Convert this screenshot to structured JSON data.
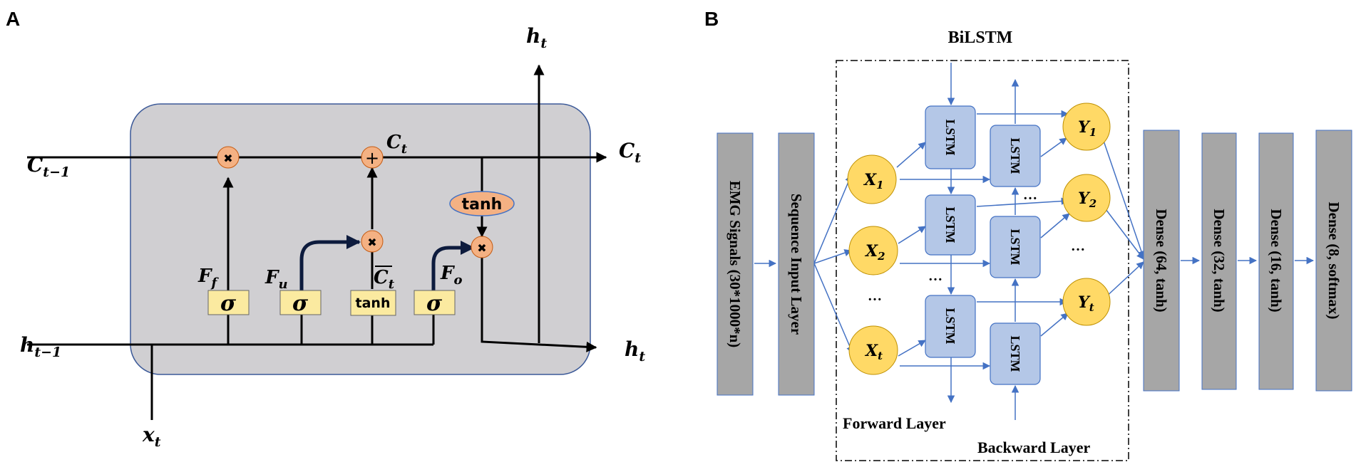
{
  "panel_a": {
    "letter": "A",
    "cell_in": "C",
    "cell_in_sub": "t−1",
    "cell_out": "C",
    "cell_out_sub": "t",
    "cell_mid": "C",
    "cell_mid_sub": "t",
    "hidden_in": "h",
    "hidden_in_sub": "t−1",
    "hidden_out": "h",
    "hidden_out_sub": "t",
    "hidden_top": "h",
    "hidden_top_sub": "t",
    "input": "x",
    "input_sub": "t",
    "forget_gate": "F",
    "forget_gate_sub": "f",
    "update_gate": "F",
    "update_gate_sub": "u",
    "output_gate": "F",
    "output_gate_sub": "o",
    "candidate": "C",
    "candidate_sub": "t",
    "sigma": "σ",
    "tanh": "tanh",
    "mult": "✖",
    "plus": "+"
  },
  "panel_b": {
    "letter": "B",
    "bilstm_title": "BiLSTM",
    "emg_box": "EMG Signals (30*1000*n)",
    "sequence_box": "Sequence Input Layer",
    "lstm": "LSTM",
    "inputs": [
      {
        "base": "X",
        "sub": "1"
      },
      {
        "base": "X",
        "sub": "2"
      },
      {
        "base": "X",
        "sub": "t"
      }
    ],
    "outputs": [
      {
        "base": "Y",
        "sub": "1"
      },
      {
        "base": "Y",
        "sub": "2"
      },
      {
        "base": "Y",
        "sub": "t"
      }
    ],
    "ellipsis": "…",
    "forward_label": "Forward Layer",
    "backward_label": "Backward Layer",
    "dense_layers": [
      "Dense (64, tanh)",
      "Dense (32, tanh)",
      "Dense (16, tanh)",
      "Dense (8, softmax)"
    ]
  },
  "colors": {
    "cell_body": "#d0cfd2",
    "gate_box": "#fbeaa0",
    "operator": "#f4b183",
    "node": "#ffd966",
    "lstm_box": "#b4c7e7",
    "connector": "#4472c4",
    "grey_box": "#a6a6a6"
  }
}
